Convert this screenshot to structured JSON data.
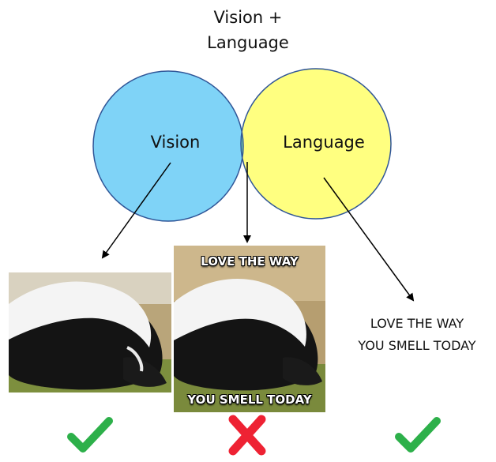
{
  "diagram": {
    "top_title_line1": "Vision +",
    "top_title_line2": "Language",
    "circle_left_label": "Vision",
    "circle_right_label": "Language",
    "caption_line1": "LOVE THE WAY",
    "caption_line2": "YOU SMELL TODAY",
    "meme_top_text": "LOVE THE WAY",
    "meme_bottom_text": "YOU SMELL TODAY"
  },
  "colors": {
    "vision_circle": "#7fd3f7",
    "language_circle": "#ffff80",
    "overlap": "#7ed6ac",
    "circle_stroke": "#2f5597",
    "check": "#2db04a",
    "cross": "#ee2233"
  },
  "icons": {
    "left_result": "check-icon",
    "middle_result": "cross-icon",
    "right_result": "check-icon"
  }
}
